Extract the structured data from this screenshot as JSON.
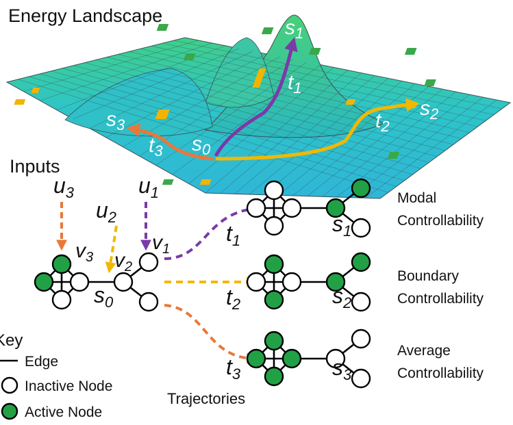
{
  "title": "Energy Landscape",
  "landscape": {
    "labels": {
      "s1": "s",
      "s1_sub": "1",
      "s2": "s",
      "s2_sub": "2",
      "s3": "s",
      "s3_sub": "3",
      "s0": "s",
      "s0_sub": "0",
      "t1": "t",
      "t1_sub": "1",
      "t2": "t",
      "t2_sub": "2",
      "t3": "t",
      "t3_sub": "3"
    }
  },
  "inputs": {
    "heading": "Inputs",
    "u3": "u",
    "u3_sub": "3",
    "u2": "u",
    "u2_sub": "2",
    "u1": "u",
    "u1_sub": "1",
    "v3": "v",
    "v3_sub": "3",
    "v2": "v",
    "v2_sub": "2",
    "v1": "v",
    "v1_sub": "1",
    "s0": "s",
    "s0_sub": "0"
  },
  "trajectories": {
    "label": "Trajectories",
    "t1": "t",
    "t1_sub": "1",
    "t2": "t",
    "t2_sub": "2",
    "t3": "t",
    "t3_sub": "3"
  },
  "outcomes": [
    {
      "state": "s",
      "state_sub": "1",
      "line1": "Modal",
      "line2": "Controllability"
    },
    {
      "state": "s",
      "state_sub": "2",
      "line1": "Boundary",
      "line2": "Controllability"
    },
    {
      "state": "s",
      "state_sub": "3",
      "line1": "Average",
      "line2": "Controllability"
    }
  ],
  "key": {
    "heading": "Key",
    "edge": "Edge",
    "inactive": "Inactive Node",
    "active": "Active Node"
  },
  "colors": {
    "surface": "#2ec4c8",
    "surface_high": "#3fcf8a",
    "floor_patch": "#3aa84a",
    "gold_patch": "#f2b400",
    "active_node": "#22a046",
    "purple": "#7a3aa8",
    "yellow": "#f2b800",
    "orange": "#e8783a"
  }
}
